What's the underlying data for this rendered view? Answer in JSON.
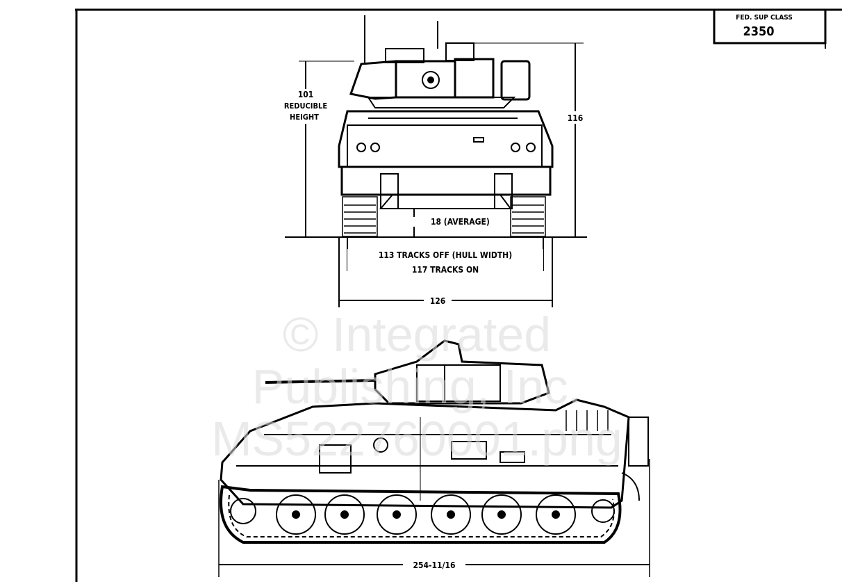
{
  "class_box": {
    "title": "FED. SUP CLASS",
    "value": "2350"
  },
  "front_view": {
    "reducible_height": [
      "101",
      "REDUCIBLE",
      "HEIGHT"
    ],
    "overall_height": "116",
    "ground_clearance": "18 (AVERAGE)",
    "hull_width": "113 TRACKS OFF (HULL WIDTH)",
    "tracks_on": "117 TRACKS ON",
    "overall_width": "126"
  },
  "side_view": {
    "overall_length": "254-11/16"
  },
  "watermark": [
    "© Integrated",
    "Publishing, Inc.",
    "MS522760001.png"
  ]
}
